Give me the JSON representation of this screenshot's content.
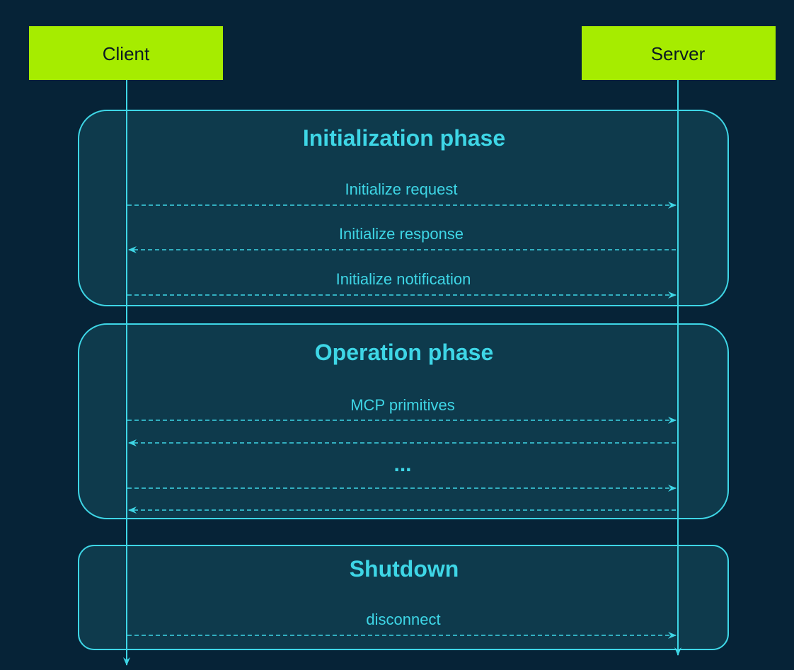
{
  "participants": {
    "client": "Client",
    "server": "Server"
  },
  "phases": [
    {
      "title": "Initialization phase",
      "messages": [
        {
          "label": "Initialize request",
          "direction": "client-to-server"
        },
        {
          "label": "Initialize response",
          "direction": "server-to-client"
        },
        {
          "label": "Initialize notification",
          "direction": "client-to-server"
        }
      ]
    },
    {
      "title": "Operation phase",
      "messages": [
        {
          "label": "MCP primitives",
          "direction": "client-to-server"
        },
        {
          "label": "",
          "direction": "server-to-client"
        },
        {
          "label": "...",
          "direction": "separator"
        },
        {
          "label": "",
          "direction": "client-to-server"
        },
        {
          "label": "",
          "direction": "server-to-client"
        }
      ]
    },
    {
      "title": "Shutdown",
      "messages": [
        {
          "label": "disconnect",
          "direction": "client-to-server"
        }
      ]
    }
  ],
  "colors": {
    "background": "#062337",
    "participant_fill": "#a6ec00",
    "phase_fill": "#0e3a4c",
    "accent": "#3ed6e6"
  }
}
